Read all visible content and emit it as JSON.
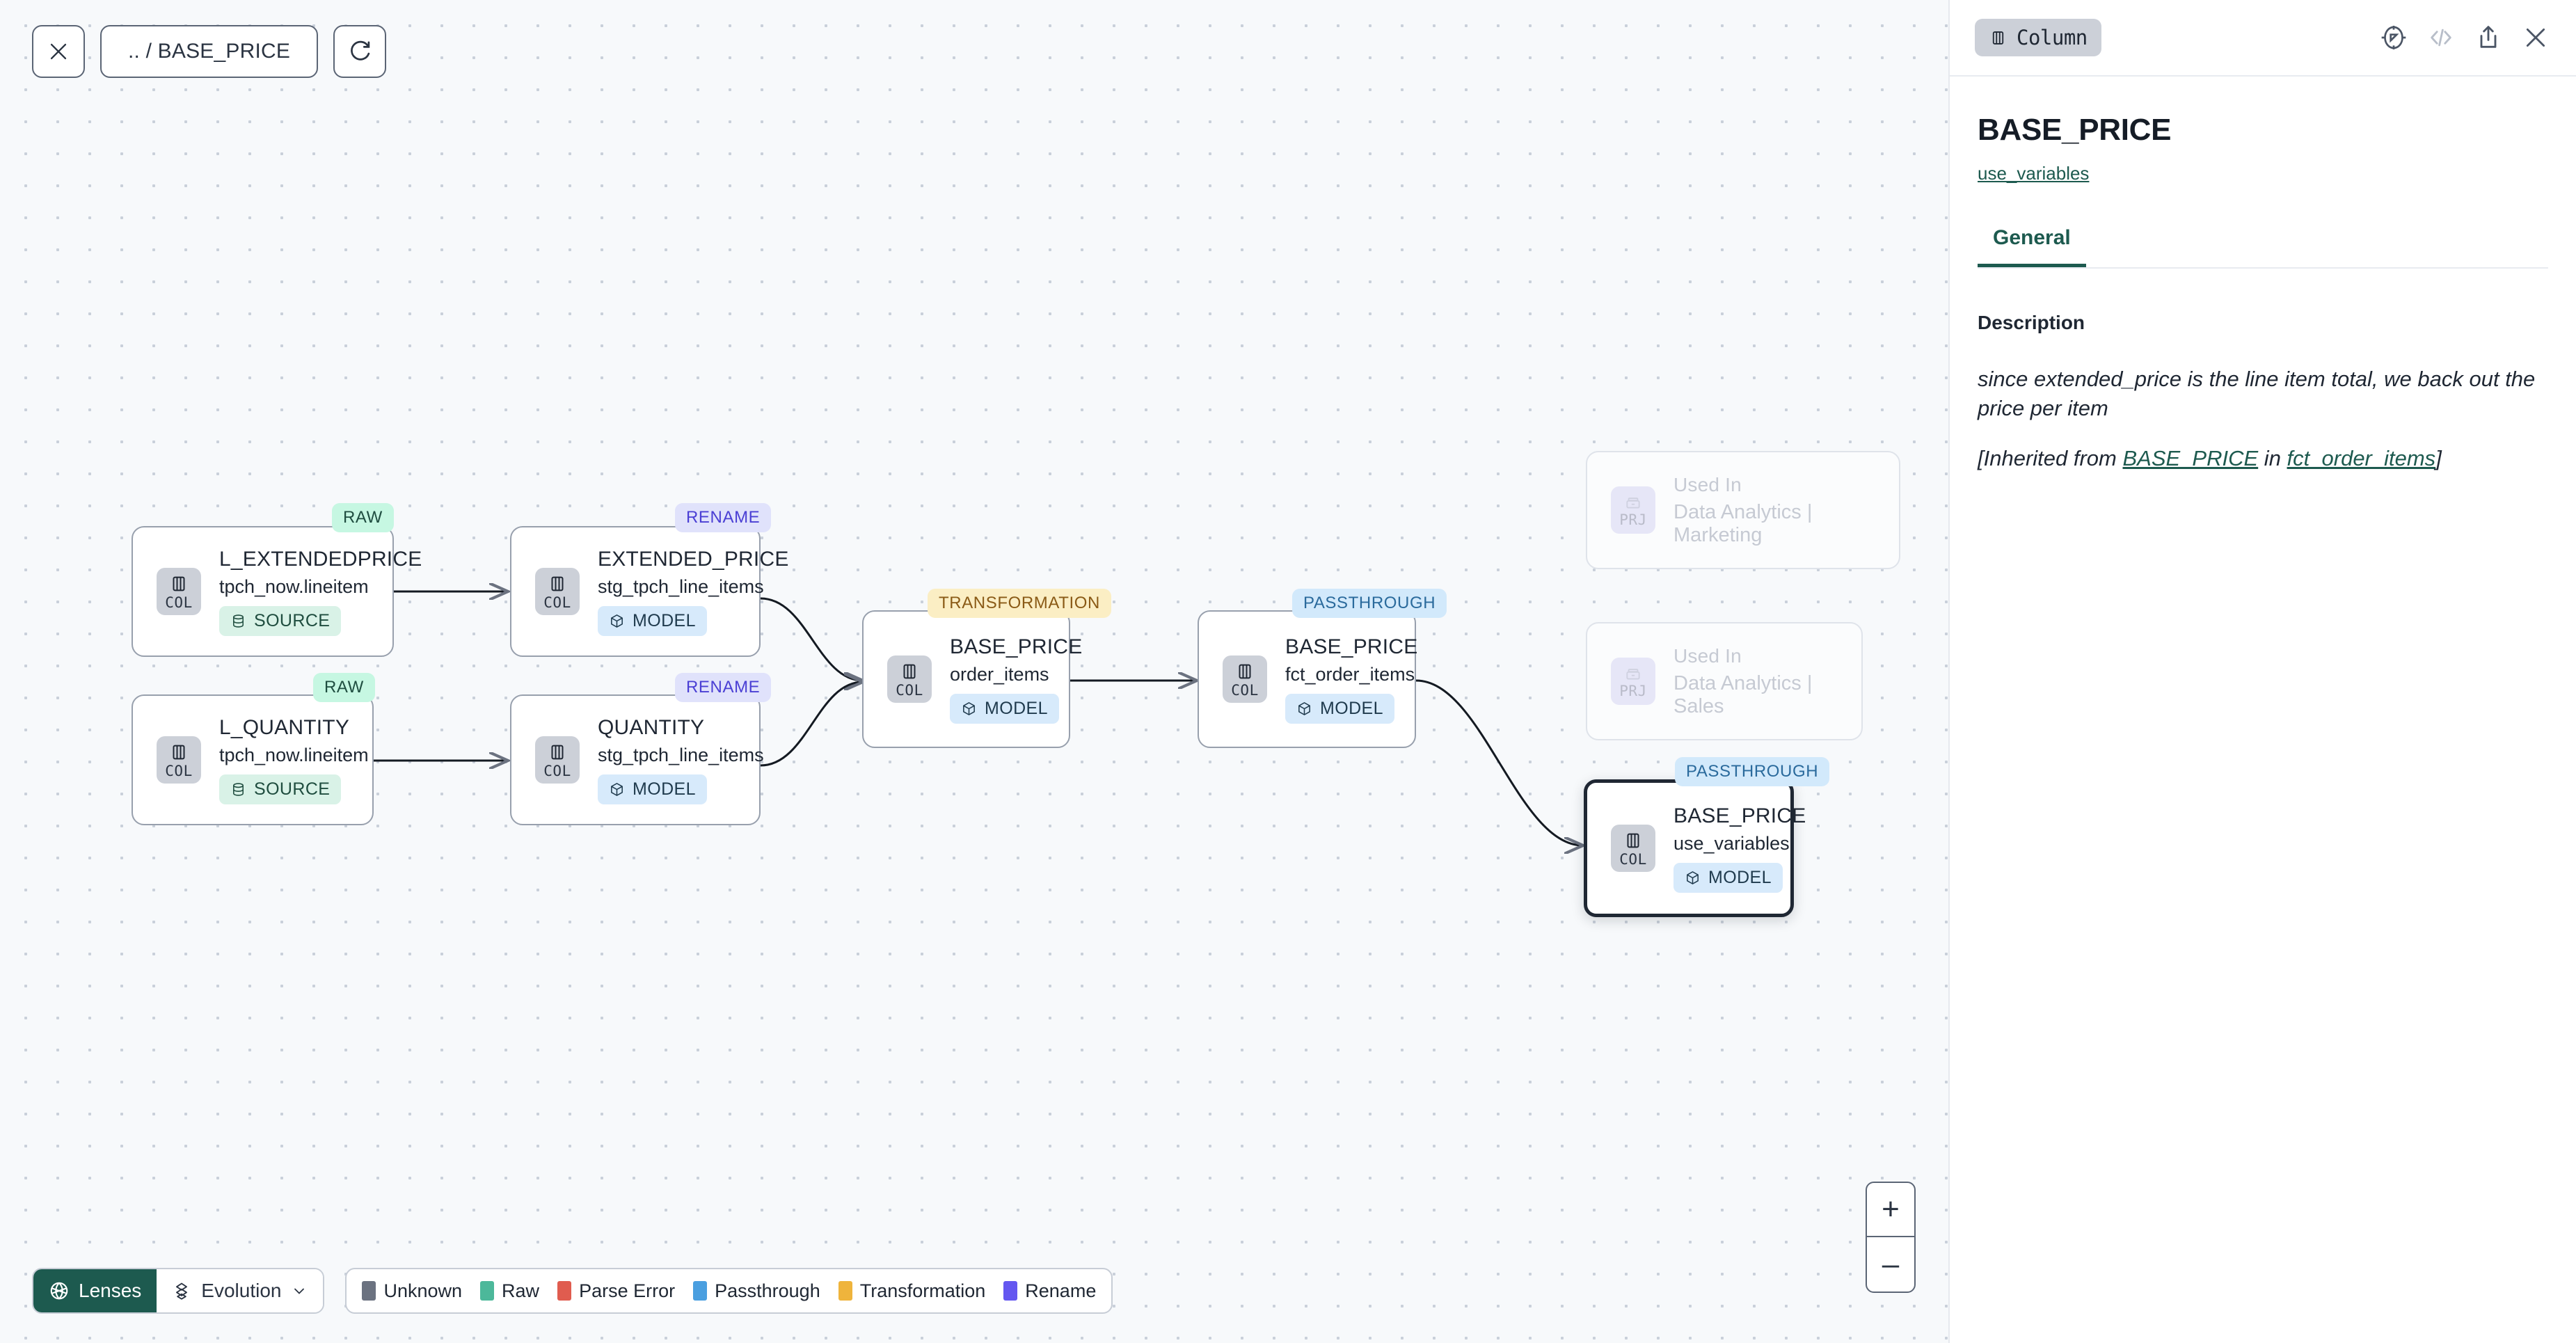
{
  "toolbar": {
    "close_icon": "close-icon",
    "breadcrumb": ".. / BASE_PRICE",
    "refresh_icon": "refresh-icon"
  },
  "graph": {
    "nodes": [
      {
        "id": "l_extendedprice",
        "badge": "RAW",
        "badge_kind": "raw",
        "icon": "COL",
        "title": "L_EXTENDEDPRICE",
        "sub": "tpch_now.lineitem",
        "chip": "SOURCE",
        "chip_kind": "source"
      },
      {
        "id": "l_quantity",
        "badge": "RAW",
        "badge_kind": "raw",
        "icon": "COL",
        "title": "L_QUANTITY",
        "sub": "tpch_now.lineitem",
        "chip": "SOURCE",
        "chip_kind": "source"
      },
      {
        "id": "extended_price",
        "badge": "RENAME",
        "badge_kind": "ren",
        "icon": "COL",
        "title": "EXTENDED_PRICE",
        "sub": "stg_tpch_line_items",
        "chip": "MODEL",
        "chip_kind": "model"
      },
      {
        "id": "quantity",
        "badge": "RENAME",
        "badge_kind": "ren",
        "icon": "COL",
        "title": "QUANTITY",
        "sub": "stg_tpch_line_items",
        "chip": "MODEL",
        "chip_kind": "model"
      },
      {
        "id": "base_price_oi",
        "badge": "TRANSFORMATION",
        "badge_kind": "trans",
        "icon": "COL",
        "title": "BASE_PRICE",
        "sub": "order_items",
        "chip": "MODEL",
        "chip_kind": "model"
      },
      {
        "id": "base_price_fct",
        "badge": "PASSTHROUGH",
        "badge_kind": "pass",
        "icon": "COL",
        "title": "BASE_PRICE",
        "sub": "fct_order_items",
        "chip": "MODEL",
        "chip_kind": "model"
      },
      {
        "id": "base_price_uv",
        "badge": "PASSTHROUGH",
        "badge_kind": "pass",
        "icon": "COL",
        "title": "BASE_PRICE",
        "sub": "use_variables",
        "chip": "MODEL",
        "chip_kind": "model",
        "selected": true
      }
    ],
    "ghost_nodes": [
      {
        "id": "used_in_marketing",
        "icon": "PRJ",
        "title": "Used In",
        "sub": "Data Analytics | Marketing"
      },
      {
        "id": "used_in_sales",
        "icon": "PRJ",
        "title": "Used In",
        "sub": "Data Analytics | Sales"
      }
    ],
    "zoom_in": "+",
    "zoom_out": "–"
  },
  "bottom": {
    "lenses_label": "Lenses",
    "lens_selected": "Evolution",
    "legend": [
      {
        "label": "Unknown",
        "color": "#6b7280"
      },
      {
        "label": "Raw",
        "color": "#4cb89a"
      },
      {
        "label": "Parse Error",
        "color": "#e05c4f"
      },
      {
        "label": "Passthrough",
        "color": "#4a9fe0"
      },
      {
        "label": "Transformation",
        "color": "#efb43c"
      },
      {
        "label": "Rename",
        "color": "#6457f0"
      }
    ]
  },
  "panel": {
    "type_badge": "Column",
    "actions": [
      "explore-icon",
      "code-icon",
      "share-icon",
      "close-icon"
    ],
    "title": "BASE_PRICE",
    "parent_link": "use_variables",
    "tabs": [
      {
        "label": "General",
        "active": true
      }
    ],
    "section_title": "Description",
    "description": "since extended_price is the line item total, we back out the price per item",
    "inherited_prefix": "[Inherited from ",
    "inherited_link_1": "BASE_PRICE",
    "inherited_mid": " in ",
    "inherited_link_2": "fct_order_items",
    "inherited_suffix": "]"
  }
}
